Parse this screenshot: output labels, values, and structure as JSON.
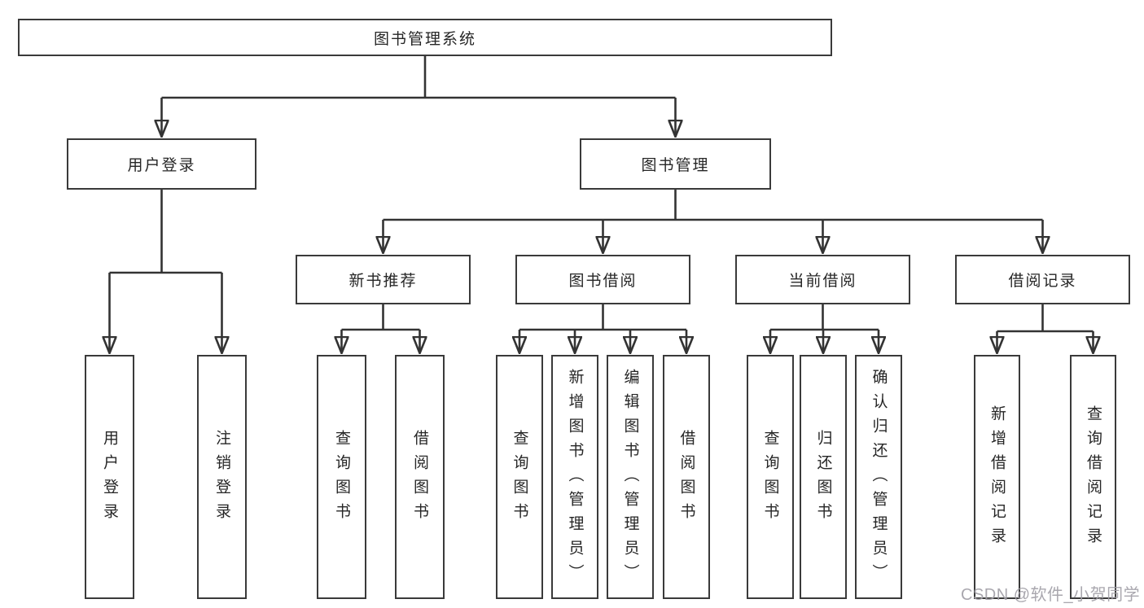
{
  "theme": {
    "background": "#ffffff",
    "line_color": "#333333",
    "box_border_color": "#3a3a3a",
    "text_color": "#262626",
    "watermark_color": "#a09ea6"
  },
  "diagram": {
    "root": {
      "label": "图书管理系统"
    },
    "level2": [
      {
        "label": "用户登录"
      },
      {
        "label": "图书管理"
      }
    ],
    "level3": [
      {
        "label": "新书推荐"
      },
      {
        "label": "图书借阅"
      },
      {
        "label": "当前借阅"
      },
      {
        "label": "借阅记录"
      }
    ],
    "leaves": {
      "user_login": [
        "用户登录",
        "注销登录"
      ],
      "new_book_recommend": [
        "查询图书",
        "借阅图书"
      ],
      "book_borrow": [
        "查询图书",
        "新增图书（管理员）",
        "编辑图书（管理员）",
        "借阅图书"
      ],
      "current_borrow": [
        "查询图书",
        "归还图书",
        "确认归还（管理员）"
      ],
      "borrow_records": [
        "新增借阅记录",
        "查询借阅记录"
      ]
    }
  },
  "watermark": {
    "text": "CSDN @软件_小贺同学"
  }
}
